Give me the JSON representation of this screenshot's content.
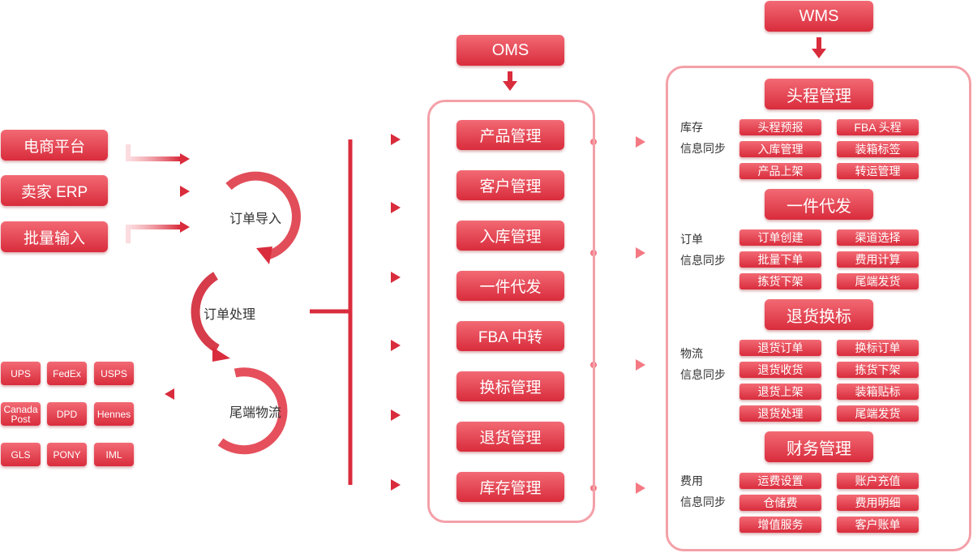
{
  "sources": [
    "电商平台",
    "卖家 ERP",
    "批量输入"
  ],
  "cycle": {
    "import": "订单导入",
    "process": "订单处理",
    "logistics": "尾端物流"
  },
  "carriers": [
    "UPS",
    "FedEx",
    "USPS",
    "Canada Post",
    "DPD",
    "Hennes",
    "GLS",
    "PONY",
    "IML"
  ],
  "oms": {
    "title": "OMS",
    "items": [
      "产品管理",
      "客户管理",
      "入库管理",
      "一件代发",
      "FBA 中转",
      "换标管理",
      "退货管理",
      "库存管理"
    ]
  },
  "wms": {
    "title": "WMS",
    "sections": [
      {
        "title": "头程管理",
        "label_line1": "库存",
        "label_line2": "信息同步",
        "items": [
          "头程预报",
          "FBA 头程",
          "入库管理",
          "装箱标签",
          "产品上架",
          "转运管理"
        ]
      },
      {
        "title": "一件代发",
        "label_line1": "订单",
        "label_line2": "信息同步",
        "items": [
          "订单创建",
          "渠道选择",
          "批量下单",
          "费用计算",
          "拣货下架",
          "尾端发货"
        ]
      },
      {
        "title": "退货换标",
        "label_line1": "物流",
        "label_line2": "信息同步",
        "items": [
          "退货订单",
          "换标订单",
          "退货收货",
          "拣货下架",
          "退货上架",
          "装箱贴标",
          "退货处理",
          "尾端发货"
        ]
      },
      {
        "title": "财务管理",
        "label_line1": "费用",
        "label_line2": "信息同步",
        "items": [
          "运费设置",
          "账户充值",
          "仓储费",
          "费用明细",
          "增值服务",
          "客户账单"
        ]
      }
    ]
  },
  "colors": {
    "primary": "#d92c3c",
    "light": "#f4a0a8"
  }
}
